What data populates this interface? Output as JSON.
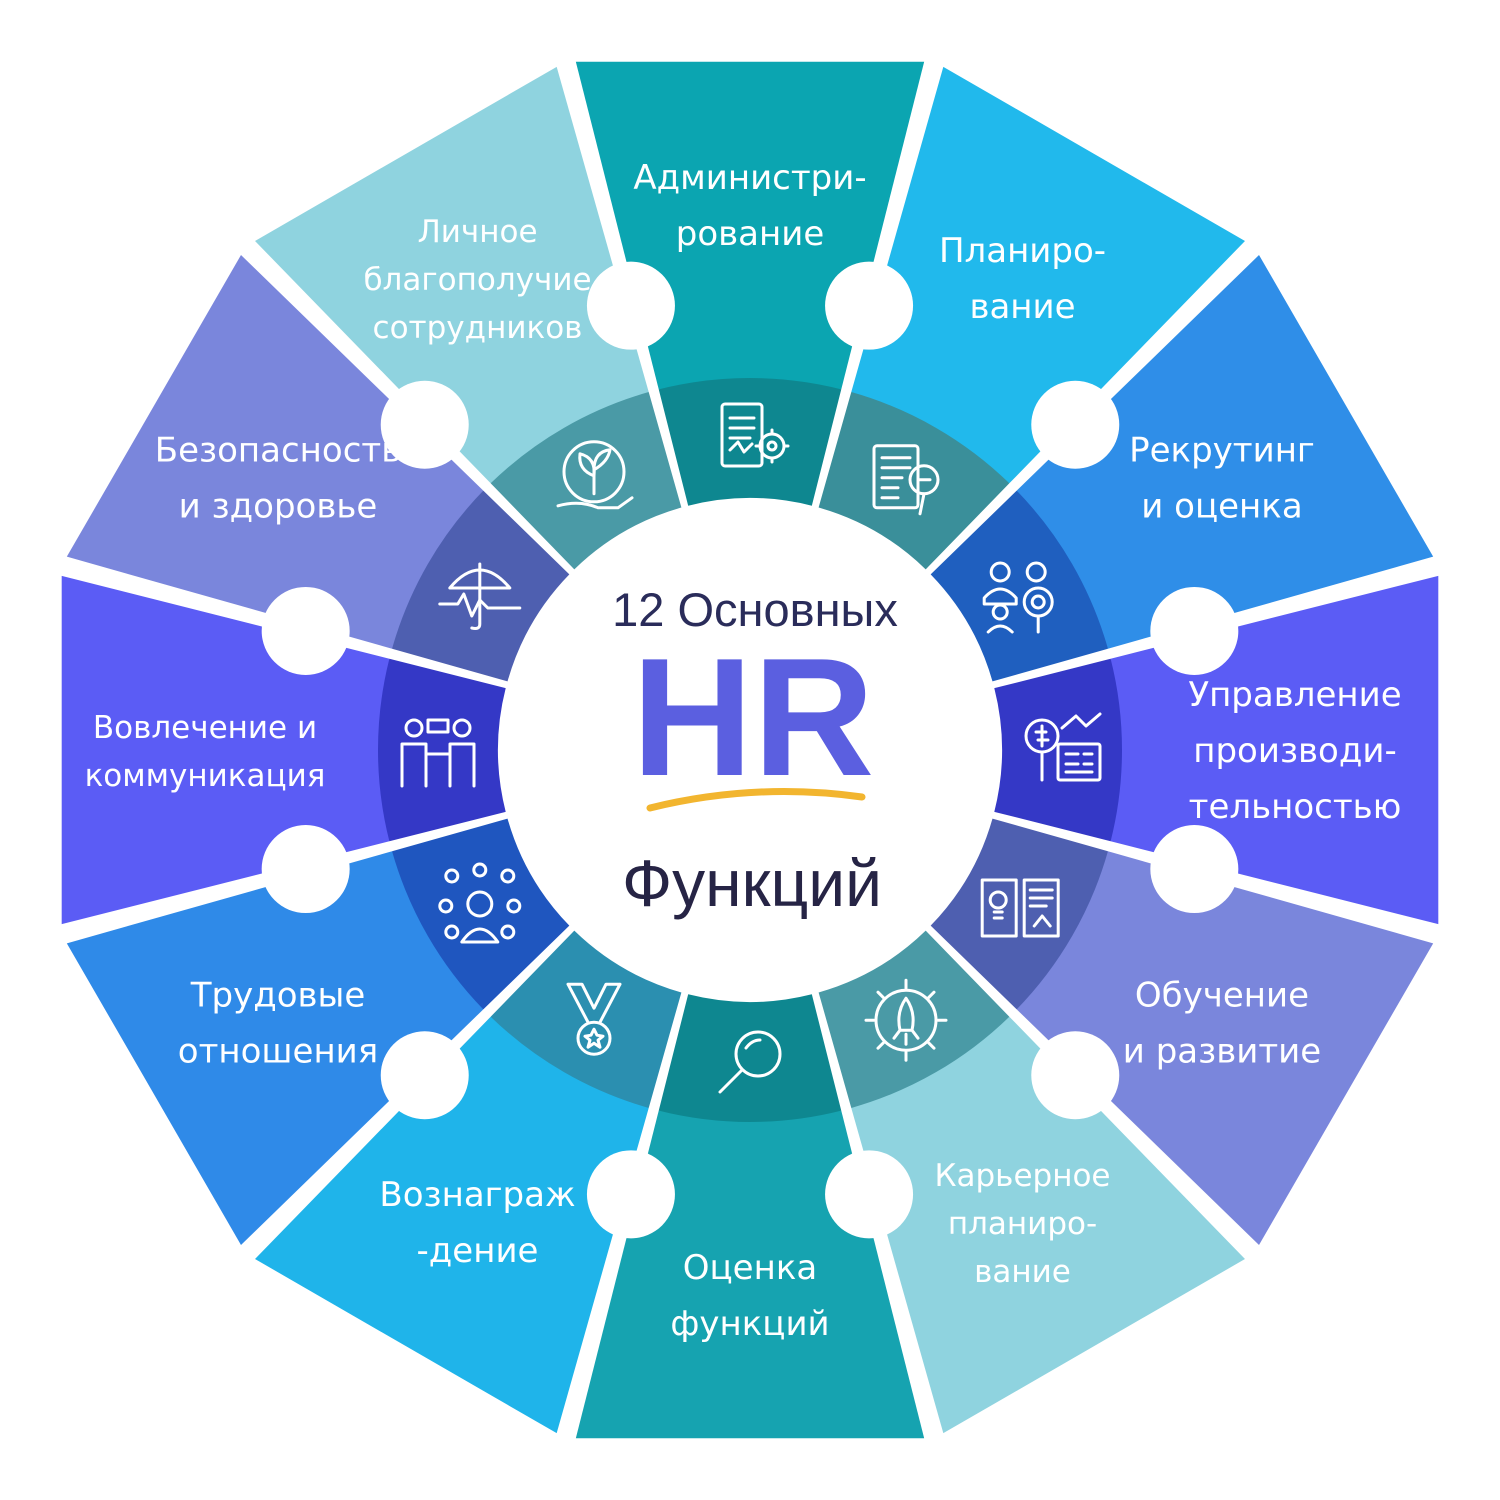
{
  "center": {
    "top_line": "12 Основных",
    "logo": "HR",
    "bottom_line": "Функций"
  },
  "segments": [
    {
      "id": "administration",
      "lines": [
        "Администри-",
        "рование"
      ],
      "icon": "document-gear-icon",
      "outer": "#0ba5b1",
      "inner": "#0e8790"
    },
    {
      "id": "planning",
      "lines": [
        "Планиро-",
        "вание"
      ],
      "icon": "document-search-icon",
      "outer": "#21b9ec",
      "inner": "#3a8f9a"
    },
    {
      "id": "recruiting",
      "lines": [
        "Рекрутинг",
        "и оценка"
      ],
      "icon": "people-magnifier-icon",
      "outer": "#2f8ee8",
      "inner": "#1f5fbf"
    },
    {
      "id": "performance",
      "lines": [
        "Управление",
        "производи-",
        "тельностью"
      ],
      "icon": "money-chart-icon",
      "outer": "#5b5cf5",
      "inner": "#3438c6"
    },
    {
      "id": "learning",
      "lines": [
        "Обучение",
        "и развитие"
      ],
      "icon": "book-lightbulb-icon",
      "outer": "#7a86dc",
      "inner": "#4e5fb0"
    },
    {
      "id": "career",
      "lines": [
        "Карьерное",
        "планиро-",
        "вание"
      ],
      "icon": "rocket-gear-icon",
      "outer": "#8fd3df",
      "inner": "#4a9aa6",
      "small": true
    },
    {
      "id": "job-evaluation",
      "lines": [
        "Оценка",
        "функций"
      ],
      "icon": "magnifier-icon",
      "outer": "#16a3b0",
      "inner": "#0e8790"
    },
    {
      "id": "rewards",
      "lines": [
        "Вознаграж",
        "-дение"
      ],
      "icon": "medal-icon",
      "outer": "#1fb4ea",
      "inner": "#2b8fb0"
    },
    {
      "id": "labor-relations",
      "lines": [
        "Трудовые",
        "отношения"
      ],
      "icon": "network-person-icon",
      "outer": "#2f8ae8",
      "inner": "#1f56bf"
    },
    {
      "id": "engagement",
      "lines": [
        "Вовлечение и",
        "коммуникация"
      ],
      "icon": "people-talk-icon",
      "outer": "#5b5cf5",
      "inner": "#3438c6",
      "small": true
    },
    {
      "id": "safety",
      "lines": [
        "Безопасность",
        "и здоровье"
      ],
      "icon": "umbrella-pulse-icon",
      "outer": "#7a86dc",
      "inner": "#4e5fb0"
    },
    {
      "id": "wellbeing",
      "lines": [
        "Личное",
        "благополучие",
        "сотрудников"
      ],
      "icon": "hand-plant-icon",
      "outer": "#8fd3df",
      "inner": "#4a9aa6",
      "small": true
    }
  ],
  "colors": {
    "logo_underline": "#f2b52f",
    "center_fill": "#ffffff"
  }
}
